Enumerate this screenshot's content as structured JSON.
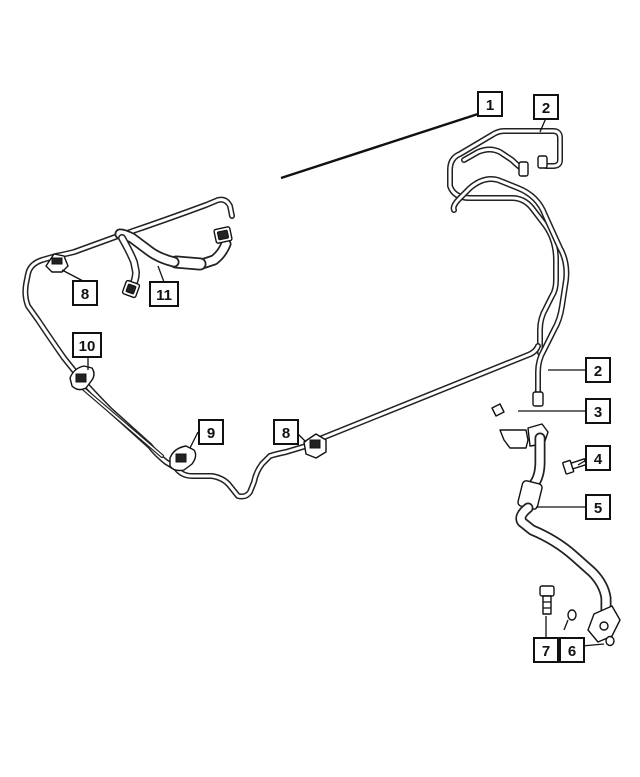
{
  "callouts": {
    "c1": "1",
    "c2_top": "2",
    "c2_mid": "2",
    "c3": "3",
    "c4": "4",
    "c5": "5",
    "c6": "6",
    "c7": "7",
    "c8_left": "8",
    "c8_mid": "8",
    "c9": "9",
    "c10": "10",
    "c11": "11"
  }
}
